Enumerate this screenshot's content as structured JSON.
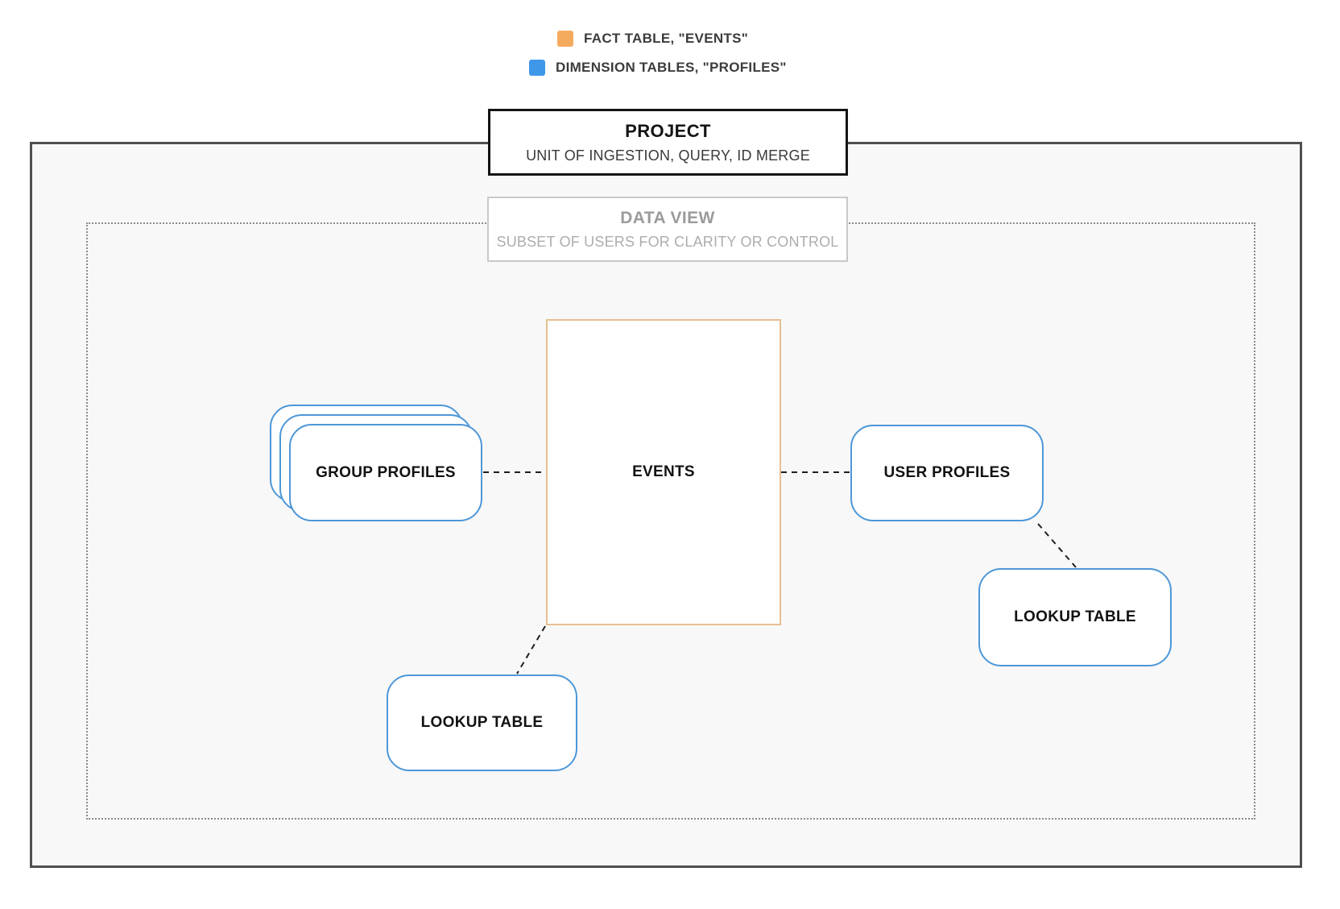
{
  "colors": {
    "fact_accent": "#F5AB5E",
    "fact_border": "#E7BF90",
    "dimension_accent": "#3E97E9",
    "dimension_border": "#4E97D7"
  },
  "legend": {
    "items": [
      {
        "id": "fact",
        "label": "FACT TABLE, \"EVENTS\""
      },
      {
        "id": "dimension",
        "label": "DIMENSION TABLES, \"PROFILES\""
      }
    ]
  },
  "project": {
    "title": "PROJECT",
    "subtitle": "UNIT OF INGESTION, QUERY, ID MERGE"
  },
  "data_view": {
    "title": "DATA VIEW",
    "subtitle": "SUBSET OF USERS FOR CLARITY OR CONTROL"
  },
  "nodes": {
    "events": {
      "label": "EVENTS"
    },
    "group_profiles": {
      "label": "GROUP PROFILES"
    },
    "user_profiles": {
      "label": "USER PROFILES"
    },
    "lookup_right": {
      "label": "LOOKUP TABLE"
    },
    "lookup_bottom": {
      "label": "LOOKUP TABLE"
    }
  }
}
